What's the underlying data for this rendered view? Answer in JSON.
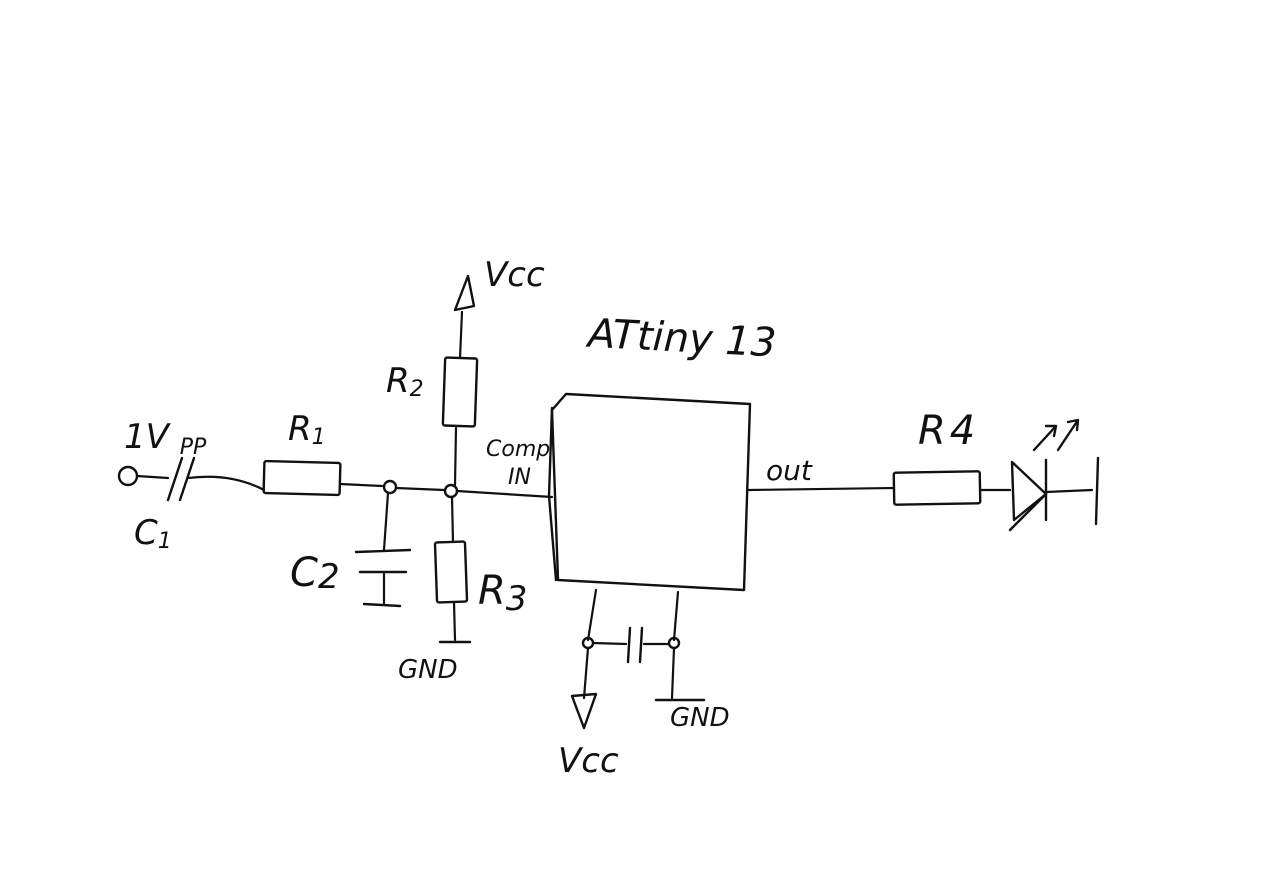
{
  "chip": {
    "name": "ATtiny 13"
  },
  "pins": {
    "comp_top": "Comp",
    "comp_bottom": "IN",
    "out": "out"
  },
  "input": {
    "amplitude_main": "1V",
    "amplitude_sub": "PP"
  },
  "components": {
    "c1": {
      "letter": "C",
      "index": "1"
    },
    "c2": {
      "letter": "C",
      "index": "2"
    },
    "r1": {
      "letter": "R",
      "index": "1"
    },
    "r2": {
      "letter": "R",
      "index": "2"
    },
    "r3": {
      "letter": "R",
      "index": "3"
    },
    "r4": {
      "letter": "R",
      "index": "4"
    }
  },
  "power": {
    "vcc_top": "Vcc",
    "vcc_bottom": "Vcc",
    "gnd_left": "GND",
    "gnd_right": "GND"
  }
}
